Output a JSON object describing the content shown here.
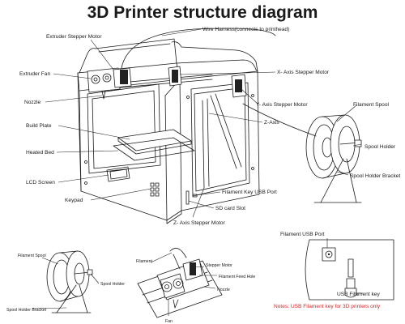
{
  "title": "3D Printer structure diagram",
  "labels": {
    "extruder_stepper_motor": "Extruder Stepper Motor",
    "wire_harness": "Wire Harness(connects to printhead)",
    "extruder_fan": "Extruder Fan",
    "x_axis_stepper_motor": "X- Axis Stepper Motor",
    "nozzle": "Nozzle",
    "y_axis_stepper_motor": "Y- Axis Stepper Motor",
    "filament_spool": "Filament Spool",
    "z_axis": "Z-Axis",
    "build_plate": "Build Plate",
    "spool_holder": "Spool Holder",
    "heated_bed": "Heated Bed",
    "spool_holder_bracket": "Spool Holder Bracket",
    "lcd_screen": "LCD  Screen",
    "filament_key_usb_port": "Filament Key  USB Port",
    "keypad": "Keypad",
    "sd_card_slot": "SD card Slot",
    "z_axis_stepper_motor": "Z- Axis Stepper Motor"
  },
  "detail_spool": {
    "filament_spool": "Filament Spool",
    "spool_holder": "Spool Holder",
    "spool_holder_bracket": "Spool Holder Bracket"
  },
  "detail_extruder": {
    "filament": "Filament",
    "stepper_motor": "Stepper Motor",
    "filament_feed_hole": "Filament Feed Hole",
    "nozzle": "Nozzle",
    "fan": "Fan"
  },
  "detail_usb": {
    "filament_usb_port": "Filament  USB Port",
    "usb_filament_key": "USB Filament key",
    "note": "Notes:  USB Filament  key for 3D printers only"
  },
  "colors": {
    "ink": "#1a1a1a",
    "note": "#dd2222",
    "background": "#ffffff"
  }
}
